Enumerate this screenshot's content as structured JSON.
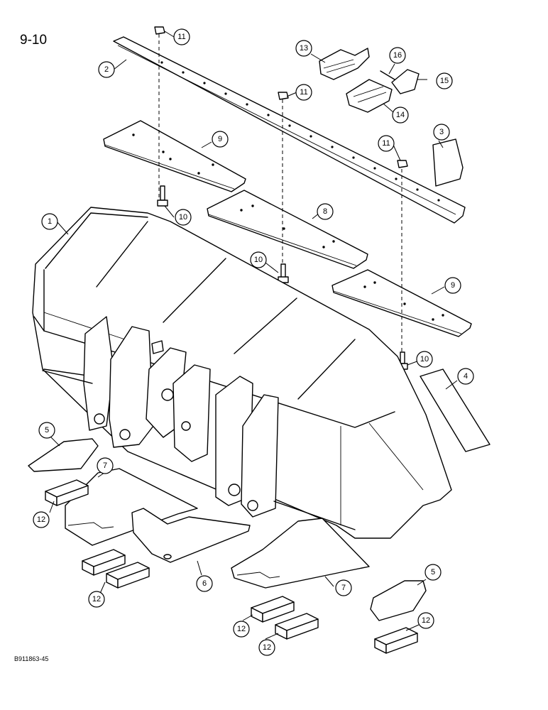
{
  "page_label": "9-10",
  "figure_code": "B911863-45",
  "callouts": [
    {
      "id": "c1",
      "label": "1"
    },
    {
      "id": "c2",
      "label": "2"
    },
    {
      "id": "c3",
      "label": "3"
    },
    {
      "id": "c4",
      "label": "4"
    },
    {
      "id": "c5a",
      "label": "5"
    },
    {
      "id": "c5b",
      "label": "5"
    },
    {
      "id": "c6",
      "label": "6"
    },
    {
      "id": "c7a",
      "label": "7"
    },
    {
      "id": "c7b",
      "label": "7"
    },
    {
      "id": "c8",
      "label": "8"
    },
    {
      "id": "c9a",
      "label": "9"
    },
    {
      "id": "c9b",
      "label": "9"
    },
    {
      "id": "c10a",
      "label": "10"
    },
    {
      "id": "c10b",
      "label": "10"
    },
    {
      "id": "c10c",
      "label": "10"
    },
    {
      "id": "c11a",
      "label": "11"
    },
    {
      "id": "c11b",
      "label": "11"
    },
    {
      "id": "c11c",
      "label": "11"
    },
    {
      "id": "c12a",
      "label": "12"
    },
    {
      "id": "c12b",
      "label": "12"
    },
    {
      "id": "c12c",
      "label": "12"
    },
    {
      "id": "c12d",
      "label": "12"
    },
    {
      "id": "c12e",
      "label": "12"
    },
    {
      "id": "c13",
      "label": "13"
    },
    {
      "id": "c14",
      "label": "14"
    },
    {
      "id": "c15",
      "label": "15"
    },
    {
      "id": "c16",
      "label": "16"
    }
  ]
}
